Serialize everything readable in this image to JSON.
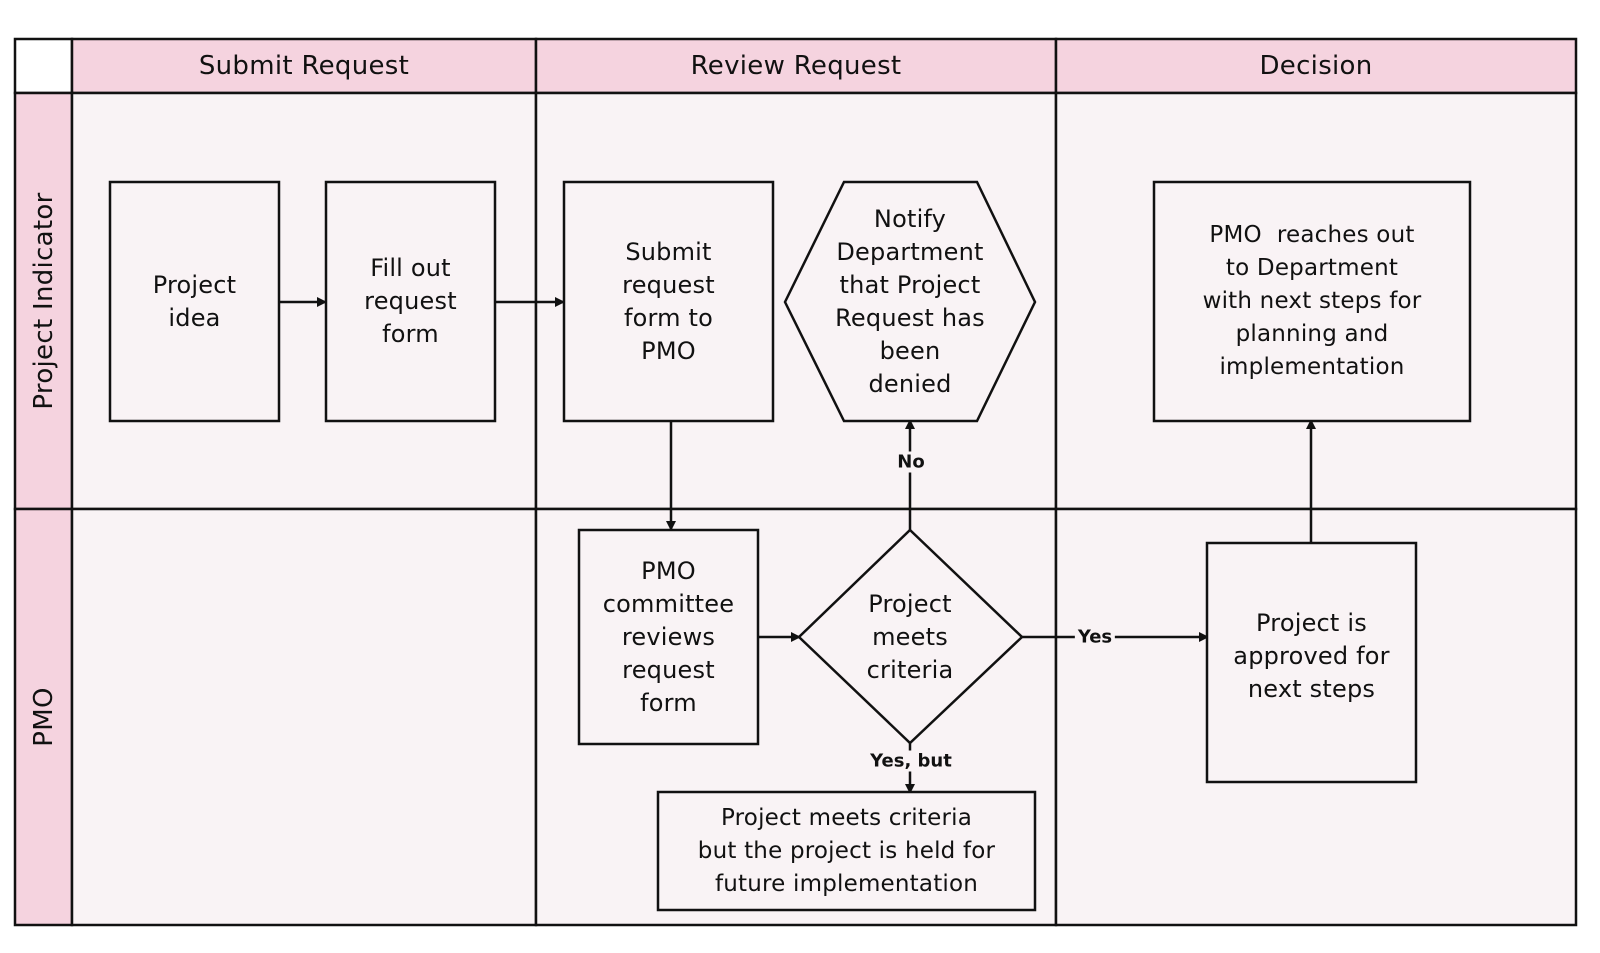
{
  "colors": {
    "header_fill": "#f5d3df",
    "lane_fill": "#f9f3f5",
    "stroke": "#111111",
    "page_bg": "#ffffff"
  },
  "columns": [
    {
      "id": "submit",
      "label": "Submit Request"
    },
    {
      "id": "review",
      "label": "Review Request"
    },
    {
      "id": "decision",
      "label": "Decision"
    }
  ],
  "lanes": [
    {
      "id": "indicator",
      "label": "Project Indicator"
    },
    {
      "id": "pmo",
      "label": "PMO"
    }
  ],
  "nodes": {
    "project_idea": {
      "shape": "rectangle",
      "text": "Project\nidea"
    },
    "fill_form": {
      "shape": "rectangle",
      "text": "Fill out\nrequest\nform"
    },
    "submit_form": {
      "shape": "rectangle",
      "text": "Submit\nrequest\nform to\nPMO"
    },
    "notify_denied": {
      "shape": "hexagon",
      "text": "Notify\nDepartment\nthat Project\nRequest has\nbeen\ndenied"
    },
    "pmo_reaches_out": {
      "shape": "rectangle",
      "text": "PMO  reaches out\nto Department\nwith next steps for\nplanning and\nimplementation"
    },
    "committee_reviews": {
      "shape": "rectangle",
      "text": "PMO\ncommittee\nreviews\nrequest\nform"
    },
    "meets_criteria": {
      "shape": "diamond",
      "text": "Project\nmeets\ncriteria"
    },
    "approved": {
      "shape": "rectangle",
      "text": "Project is\napproved for\nnext steps"
    },
    "held": {
      "shape": "rectangle",
      "text": "Project meets criteria\nbut the project is held for\nfuture implementation"
    }
  },
  "edges": [
    {
      "from": "project_idea",
      "to": "fill_form",
      "label": ""
    },
    {
      "from": "fill_form",
      "to": "submit_form",
      "label": ""
    },
    {
      "from": "submit_form",
      "to": "committee_reviews",
      "label": ""
    },
    {
      "from": "committee_reviews",
      "to": "meets_criteria",
      "label": ""
    },
    {
      "from": "meets_criteria",
      "to": "notify_denied",
      "label": "No"
    },
    {
      "from": "meets_criteria",
      "to": "approved",
      "label": "Yes"
    },
    {
      "from": "meets_criteria",
      "to": "held",
      "label": "Yes, but"
    },
    {
      "from": "approved",
      "to": "pmo_reaches_out",
      "label": ""
    }
  ]
}
